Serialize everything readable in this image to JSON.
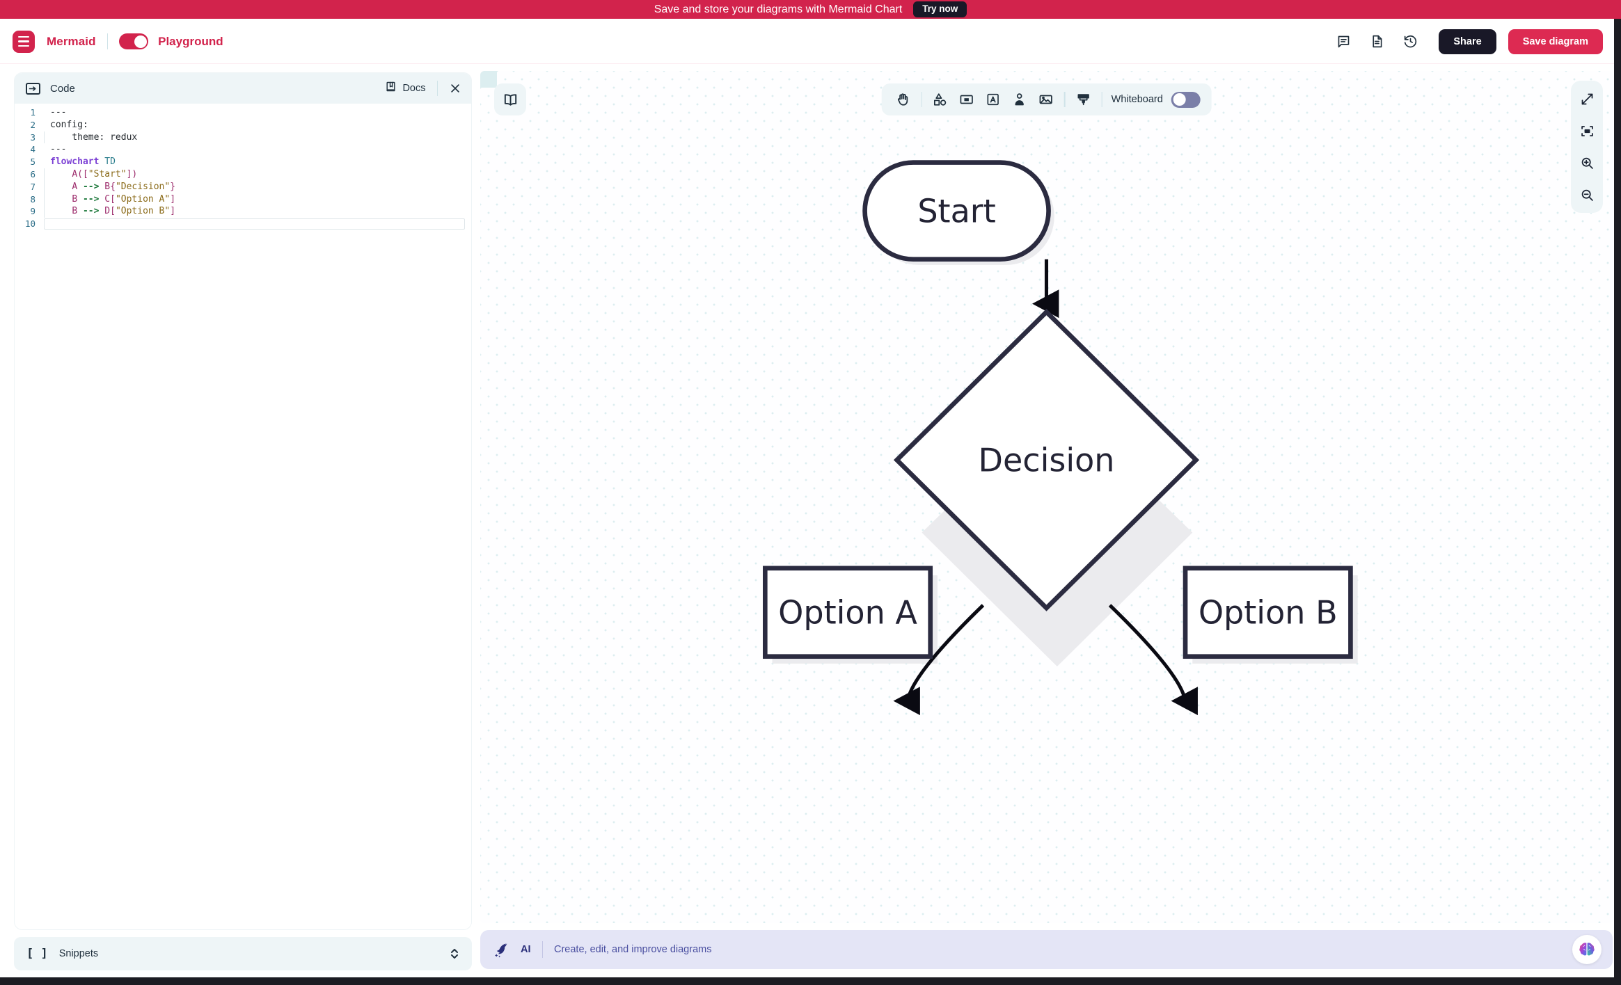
{
  "banner": {
    "text": "Save and store your diagrams with Mermaid Chart",
    "cta": "Try now",
    "bg": "#d2234c"
  },
  "navbar": {
    "brand": "Mermaid",
    "mode": "Playground",
    "share_label": "Share",
    "save_label": "Save diagram",
    "icons": [
      "comment-icon",
      "document-icon",
      "history-icon"
    ],
    "accent": "#d2234c",
    "share_bg": "#191827",
    "save_bg": "#dd2a52"
  },
  "editor": {
    "title": "Code",
    "docs_label": "Docs",
    "close_label": "×",
    "lines": [
      {
        "n": "1",
        "segments": [
          {
            "t": "---",
            "c": "tk-dash"
          }
        ]
      },
      {
        "n": "2",
        "segments": [
          {
            "t": "config:",
            "c": "tk-plain"
          }
        ]
      },
      {
        "n": "3",
        "segments": [
          {
            "t": "    theme: redux",
            "c": "tk-plain"
          }
        ],
        "guide": true
      },
      {
        "n": "4",
        "segments": [
          {
            "t": "---",
            "c": "tk-dash"
          }
        ]
      },
      {
        "n": "5",
        "segments": [
          {
            "t": "flowchart",
            "c": "tk-key"
          },
          {
            "t": " TD",
            "c": "tk-type"
          }
        ]
      },
      {
        "n": "6",
        "segments": [
          {
            "t": "    ",
            "c": "tk-plain"
          },
          {
            "t": "A",
            "c": "tk-id"
          },
          {
            "t": "([",
            "c": "tk-id"
          },
          {
            "t": "\"Start\"",
            "c": "tk-str"
          },
          {
            "t": "])",
            "c": "tk-id"
          }
        ],
        "guide": true
      },
      {
        "n": "7",
        "segments": [
          {
            "t": "    ",
            "c": "tk-plain"
          },
          {
            "t": "A ",
            "c": "tk-id"
          },
          {
            "t": "-->",
            "c": "tk-arrow"
          },
          {
            "t": " B",
            "c": "tk-id"
          },
          {
            "t": "{",
            "c": "tk-id"
          },
          {
            "t": "\"Decision\"",
            "c": "tk-str"
          },
          {
            "t": "}",
            "c": "tk-id"
          }
        ],
        "guide": true
      },
      {
        "n": "8",
        "segments": [
          {
            "t": "    ",
            "c": "tk-plain"
          },
          {
            "t": "B ",
            "c": "tk-id"
          },
          {
            "t": "-->",
            "c": "tk-arrow"
          },
          {
            "t": " C",
            "c": "tk-id"
          },
          {
            "t": "[",
            "c": "tk-id"
          },
          {
            "t": "\"Option A\"",
            "c": "tk-str"
          },
          {
            "t": "]",
            "c": "tk-id"
          }
        ],
        "guide": true
      },
      {
        "n": "9",
        "segments": [
          {
            "t": "    ",
            "c": "tk-plain"
          },
          {
            "t": "B ",
            "c": "tk-id"
          },
          {
            "t": "-->",
            "c": "tk-arrow"
          },
          {
            "t": " D",
            "c": "tk-id"
          },
          {
            "t": "[",
            "c": "tk-id"
          },
          {
            "t": "\"Option B\"",
            "c": "tk-str"
          },
          {
            "t": "]",
            "c": "tk-id"
          }
        ],
        "guide": true
      },
      {
        "n": "10",
        "segments": [
          {
            "t": "",
            "c": "tk-plain"
          }
        ],
        "active": true
      }
    ],
    "snippets_label": "Snippets",
    "snippets_icon": "[ ]"
  },
  "canvas_toolbar": {
    "book_icon": "open-book-icon",
    "tools": [
      {
        "name": "pan-hand-tool",
        "icon": "hand-icon"
      },
      {
        "name": "shapes-tool",
        "icon": "shapes-icon"
      },
      {
        "name": "rectangle-tool",
        "icon": "rectangle-icon"
      },
      {
        "name": "text-tool",
        "icon": "text-a-icon"
      },
      {
        "name": "sticker-tool",
        "icon": "person-pin-icon"
      },
      {
        "name": "image-tool",
        "icon": "image-icon"
      },
      {
        "name": "paint-tool",
        "icon": "paintbrush-icon"
      }
    ],
    "whiteboard_label": "Whiteboard",
    "whiteboard_on": false,
    "whiteboard_track": "#7b7fa8"
  },
  "zoom_rail": {
    "items": [
      {
        "name": "fullscreen-button",
        "icon": "expand-diagonal-icon"
      },
      {
        "name": "fit-to-screen-button",
        "icon": "fit-frame-icon"
      },
      {
        "name": "zoom-in-button",
        "icon": "magnifier-plus-icon"
      },
      {
        "name": "zoom-out-button",
        "icon": "magnifier-minus-icon"
      }
    ]
  },
  "ai_bar": {
    "label": "AI",
    "placeholder": "Create, edit, and improve diagrams",
    "icon": "dolphin-sparkle-icon",
    "assistant_icon": "brain-icon",
    "bg": "#e4e5f6",
    "text_color": "#2a2e7a"
  },
  "chart_data": {
    "type": "diagram",
    "diagram_kind": "flowchart",
    "direction": "TD",
    "theme": "redux",
    "nodes": [
      {
        "id": "A",
        "label": "Start",
        "shape": "stadium"
      },
      {
        "id": "B",
        "label": "Decision",
        "shape": "rhombus"
      },
      {
        "id": "C",
        "label": "Option A",
        "shape": "rect"
      },
      {
        "id": "D",
        "label": "Option B",
        "shape": "rect"
      }
    ],
    "edges": [
      {
        "from": "A",
        "to": "B",
        "type": "arrow"
      },
      {
        "from": "B",
        "to": "C",
        "type": "arrow"
      },
      {
        "from": "B",
        "to": "D",
        "type": "arrow"
      }
    ],
    "node_stroke": "#2b2b40",
    "node_fill": "#ffffff",
    "shadow": "#e9e9ec"
  }
}
